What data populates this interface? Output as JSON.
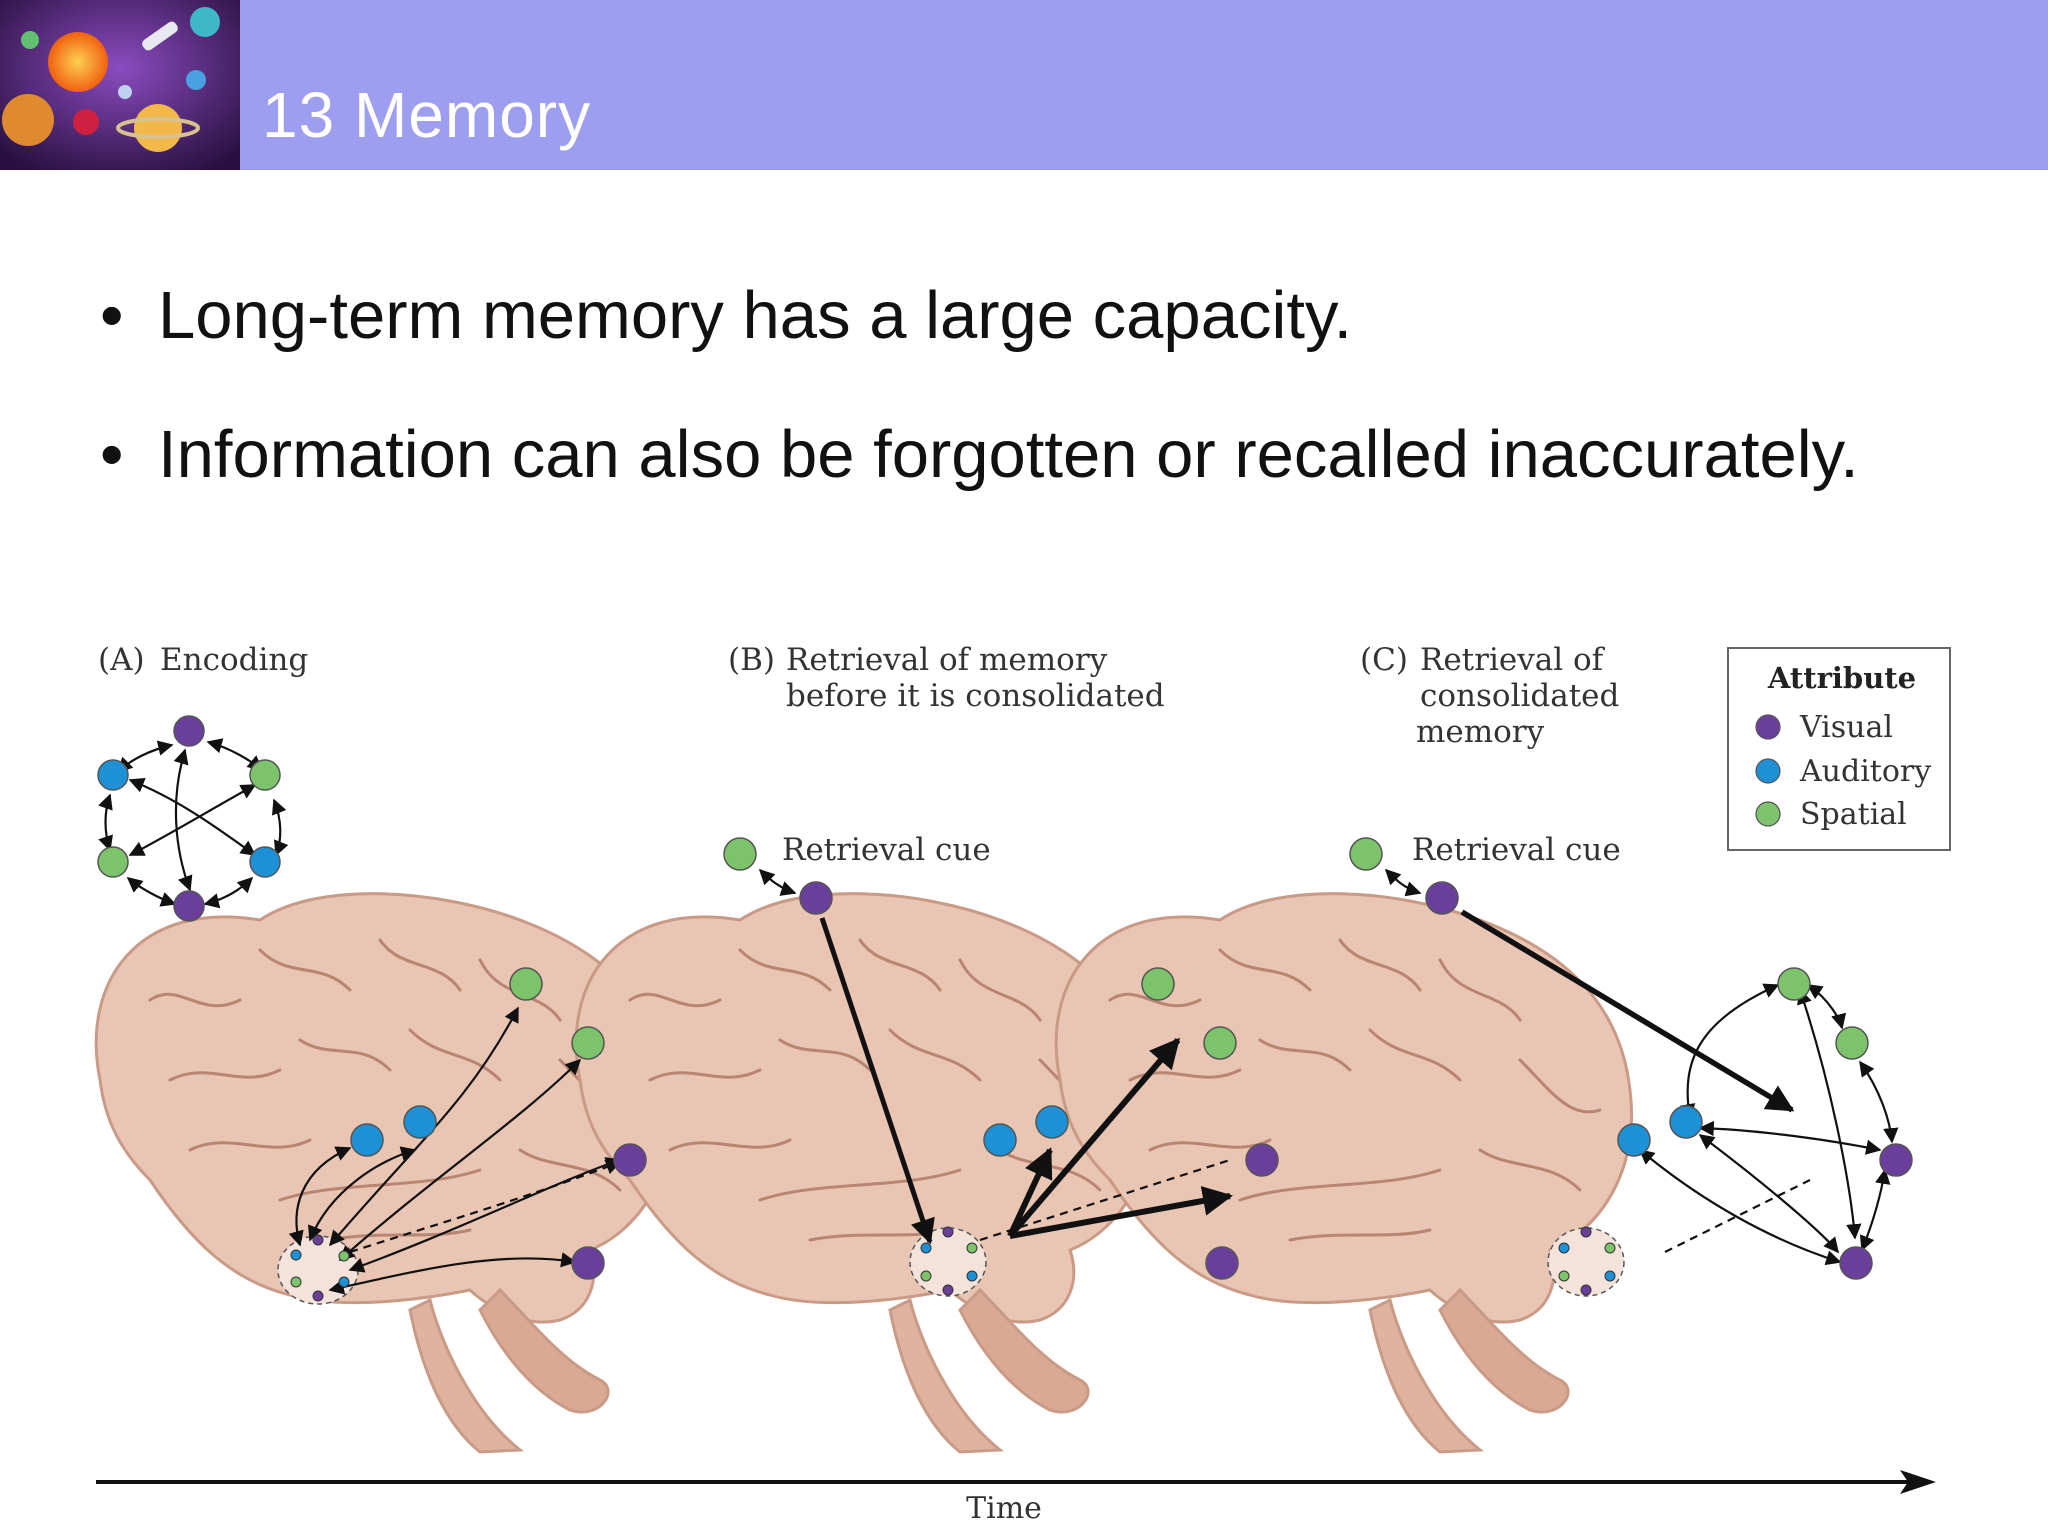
{
  "slide": {
    "title": "13  Memory",
    "bullets": [
      "Long-term memory has a large capacity.",
      "Information can also be forgotten or recalled inaccurately."
    ]
  },
  "figure": {
    "panel_a": {
      "label": "(A)",
      "title": "Encoding"
    },
    "panel_b": {
      "label": "(B)",
      "title_line1": "Retrieval of memory",
      "title_line2": "before it is consolidated",
      "cue": "Retrieval cue"
    },
    "panel_c": {
      "label": "(C)",
      "title_line1": "Retrieval of",
      "title_line2": "consolidated",
      "title_line3": "memory",
      "cue": "Retrieval cue"
    },
    "legend": {
      "title": "Attribute",
      "items": [
        "Visual",
        "Auditory",
        "Spatial"
      ]
    },
    "time_label": "Time",
    "colors": {
      "visual": "#6a3f9b",
      "auditory": "#1e90d6",
      "spatial": "#7cc36b",
      "brain": "#e9c5b3",
      "brain_outline": "#c99a86",
      "header": "#9e9ef0"
    }
  }
}
